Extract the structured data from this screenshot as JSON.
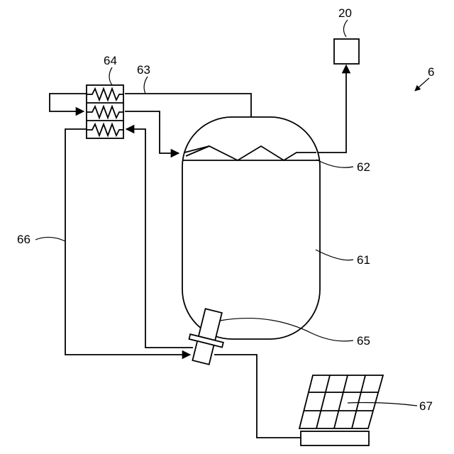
{
  "labels": {
    "system": "6",
    "tank": "61",
    "heater": "62",
    "supply_line": "63",
    "heat_exchanger": "64",
    "pump": "65",
    "return_line": "66",
    "solar_panel": "67",
    "consumer": "20"
  },
  "colors": {
    "line": "#000000",
    "background": "#ffffff"
  }
}
